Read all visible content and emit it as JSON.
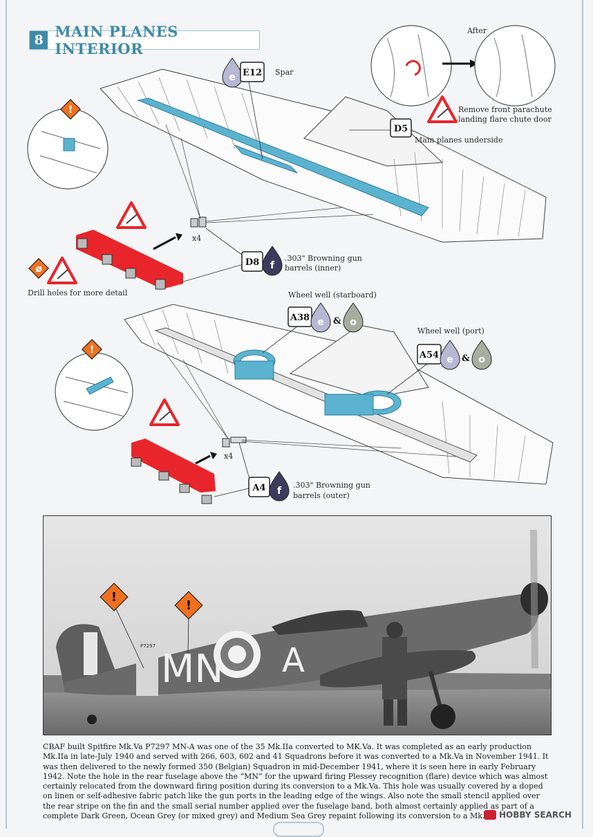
{
  "step": {
    "number": "8",
    "title": "MAIN PLANES INTERIOR"
  },
  "labels": {
    "e12_code": "E12",
    "e12_drop": "e",
    "spar": "Spar",
    "after": "After",
    "remove_note_line1": "Remove front parachute",
    "remove_note_line2": "landing flare chute door",
    "d5_code": "D5",
    "main_planes_underside": "Main planes underside",
    "x4_a": "x4",
    "d8_code": "D8",
    "d8_drop": "f",
    "d8_line1": ".303\" Browning gun",
    "d8_line2": "barrels (inner)",
    "drill_holes": "Drill holes for more detail",
    "wheel_well_starboard": "Wheel well (starboard)",
    "a38_code": "A38",
    "a38_drop1": "e",
    "a38_drop2": "o",
    "amp": "&",
    "wheel_well_port": "Wheel well (port)",
    "a54_code": "A54",
    "a54_drop1": "e",
    "a54_drop2": "o",
    "x4_b": "x4",
    "a4_code": "A4",
    "a4_drop": "f",
    "a4_line1": ".303\" Browning gun",
    "a4_line2": "barrels (outer)",
    "warn_glyph": "!",
    "drill_glyph": "ø"
  },
  "photo": {
    "fuselage_letters": "MN",
    "code_letter": "A",
    "serial": "P7297"
  },
  "caption": "CBAF built Spitfire Mk.Va P7297 MN-A was one of the 35 Mk.IIa converted to MK.Va. It was completed as an early production Mk.IIa in late-July 1940 and served with 266, 603, 602 and 41 Squadrons before it was converted to a Mk.Va in November 1941. It was then delivered to the newly formed 350 (Belgian) Squadron in mid-December 1941, where it is seen here in early February 1942. Note the hole in the rear fuselage above the “MN” for the upward firing Plessey recognition (flare) device which was almost certainly relocated from the downward firing position during its conversion to a Mk.Va. This hole was usually covered by a doped on linen or self-adhesive fabric patch like the gun ports in the leading edge of the wings. Also note the small stencil applied over the rear stripe on the fin and the small serial number applied over the fuselage band, both almost certainly applied as part of a complete Dark Green, Ocean Grey (or mixed grey) and Medium Sea Grey repaint following its conversion to a Mk.Va.",
  "watermark": "HOBBY SEARCH",
  "colors": {
    "accent": "#3f8aa9",
    "blue_part": "#5bb3d0",
    "red_part": "#e8252a",
    "warn_orange": "#f07020",
    "drop_e": "#b7b8d4",
    "drop_f": "#3e3a5e",
    "drop_o": "#a8ad9e"
  }
}
